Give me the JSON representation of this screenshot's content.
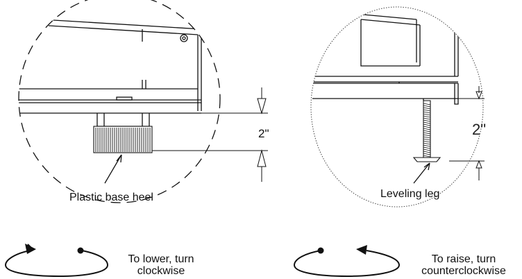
{
  "left_detail": {
    "callout": "Plastic base heel",
    "dimension": "2\"",
    "instruction_line1": "To lower, turn",
    "instruction_line2": "clockwise"
  },
  "right_detail": {
    "callout": "Leveling leg",
    "dimension": "2\"",
    "instruction_line1": "To raise, turn",
    "instruction_line2": "counterclockwise"
  }
}
